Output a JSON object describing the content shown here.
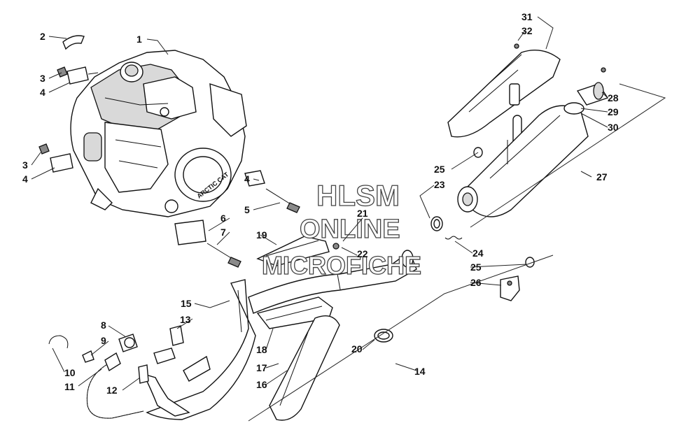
{
  "watermark": {
    "line1": "HLSM",
    "line2": "ONLINE",
    "line3": "MICROFICHE"
  },
  "callouts": {
    "c1": "1",
    "c2": "2",
    "c3a": "3",
    "c4a": "4",
    "c3b": "3",
    "c4b": "4",
    "c4c": "4",
    "c5": "5",
    "c6": "6",
    "c7": "7",
    "c8": "8",
    "c9": "9",
    "c10": "10",
    "c11": "11",
    "c12": "12",
    "c13": "13",
    "c14": "14",
    "c15": "15",
    "c16": "16",
    "c17": "17",
    "c18": "18",
    "c19": "19",
    "c20": "20",
    "c21": "21",
    "c22": "22",
    "c23": "23",
    "c24": "24",
    "c25a": "25",
    "c25b": "25",
    "c26": "26",
    "c27": "27",
    "c28": "28",
    "c29": "29",
    "c30": "30",
    "c31": "31",
    "c32": "32"
  },
  "engine_badge": "ARCTIC CAT"
}
